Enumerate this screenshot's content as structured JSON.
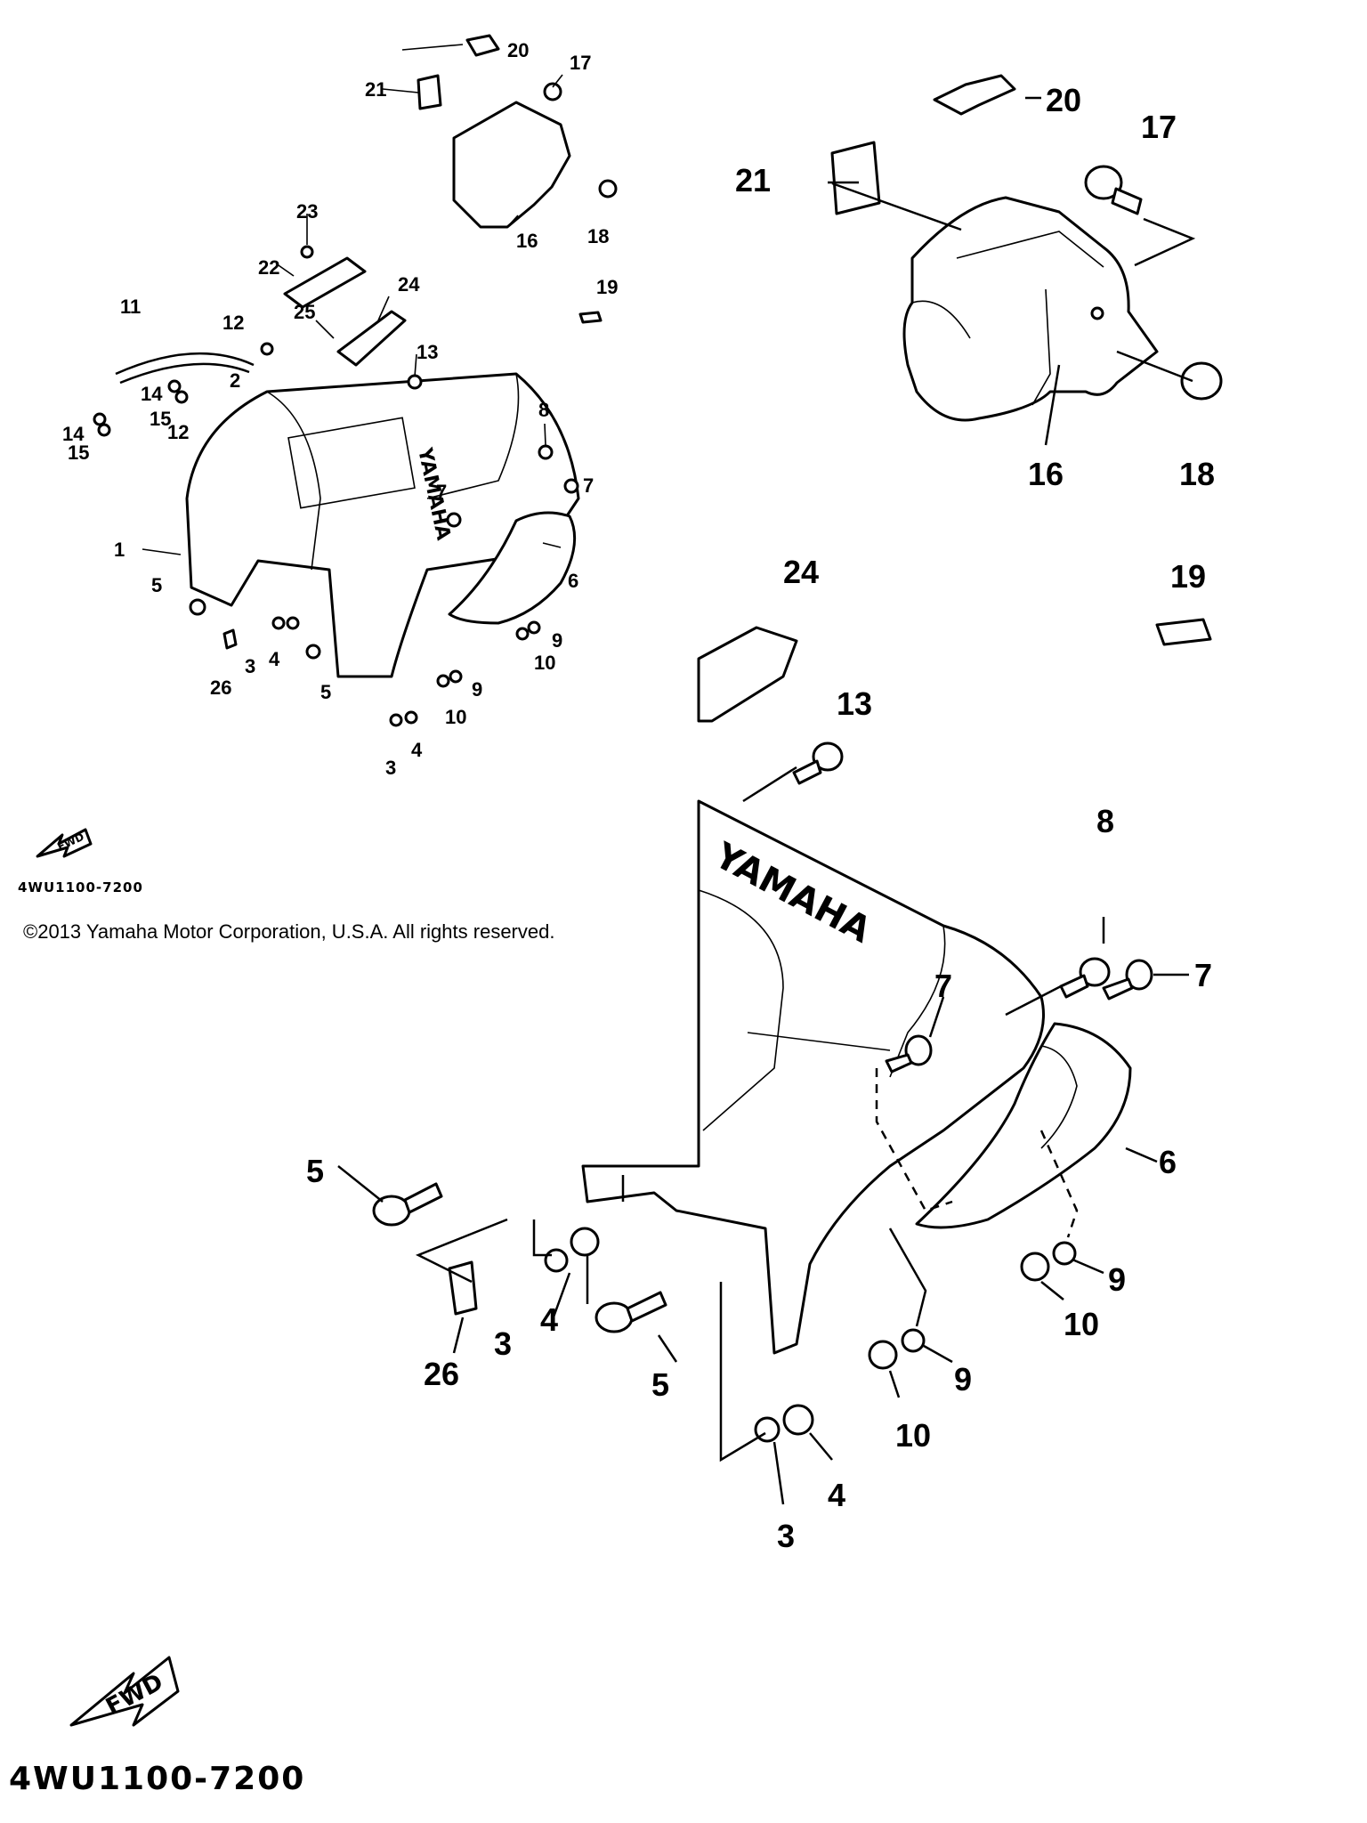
{
  "diagram": {
    "part_number_code": "4WU1100-7200",
    "copyright": "©2013 Yamaha Motor Corporation, U.S.A. All rights reserved.",
    "forward_marker": "FWD",
    "brand_embossed": "YAMAHA",
    "callouts": [
      "1",
      "2",
      "3",
      "4",
      "5",
      "6",
      "7",
      "8",
      "9",
      "10",
      "11",
      "12",
      "13",
      "14",
      "15",
      "16",
      "17",
      "18",
      "19",
      "20",
      "21",
      "22",
      "23",
      "24",
      "25",
      "26"
    ]
  }
}
